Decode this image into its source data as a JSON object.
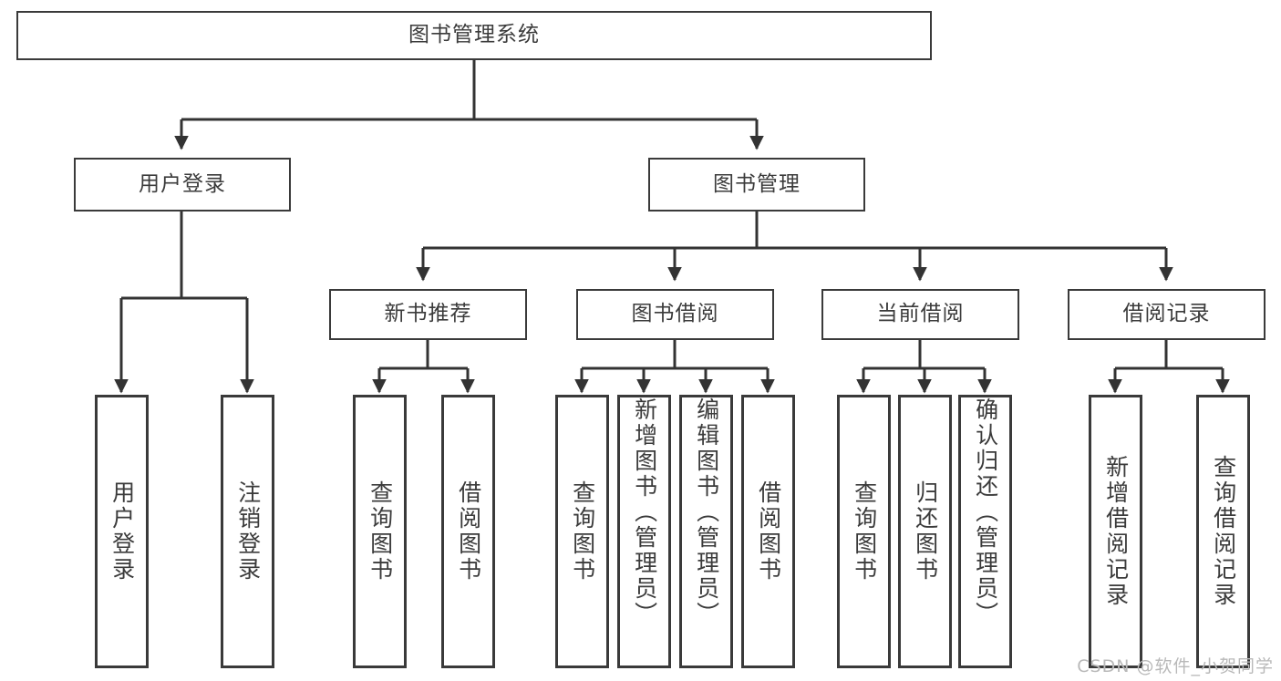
{
  "diagram": {
    "title": "图书管理系统",
    "type": "tree-hierarchy-diagram",
    "colors": {
      "box_border": "#3a3a3a",
      "box_fill": "#ffffff",
      "text": "#3b3b3b",
      "connector": "#333333",
      "watermark": "#b9b9b9",
      "background": "#ffffff"
    },
    "root": {
      "id": "root",
      "label": "图书管理系统"
    },
    "level1": [
      {
        "id": "user-login",
        "label": "用户登录"
      },
      {
        "id": "book-management",
        "label": "图书管理"
      }
    ],
    "level2": [
      {
        "id": "new-book-recommend",
        "label": "新书推荐"
      },
      {
        "id": "book-borrow",
        "label": "图书借阅"
      },
      {
        "id": "current-borrow",
        "label": "当前借阅"
      },
      {
        "id": "borrow-record",
        "label": "借阅记录"
      }
    ],
    "leaves": [
      {
        "id": "leaf-user-login",
        "label": "用户登录",
        "parent": "user-login"
      },
      {
        "id": "leaf-logout-login",
        "label": "注销登录",
        "parent": "user-login"
      },
      {
        "id": "leaf-query-book-1",
        "label": "查询图书",
        "parent": "new-book-recommend"
      },
      {
        "id": "leaf-borrow-book-1",
        "label": "借阅图书",
        "parent": "new-book-recommend"
      },
      {
        "id": "leaf-query-book-2",
        "label": "查询图书",
        "parent": "book-borrow"
      },
      {
        "id": "leaf-add-book-admin",
        "label": "新增图书（管理员）",
        "parent": "book-borrow"
      },
      {
        "id": "leaf-edit-book-admin",
        "label": "编辑图书（管理员）",
        "parent": "book-borrow"
      },
      {
        "id": "leaf-borrow-book-2",
        "label": "借阅图书",
        "parent": "book-borrow"
      },
      {
        "id": "leaf-query-book-3",
        "label": "查询图书",
        "parent": "current-borrow"
      },
      {
        "id": "leaf-return-book",
        "label": "归还图书",
        "parent": "current-borrow"
      },
      {
        "id": "leaf-confirm-return-admin",
        "label": "确认归还（管理员）",
        "parent": "current-borrow"
      },
      {
        "id": "leaf-add-borrow-record",
        "label": "新增借阅记录",
        "parent": "borrow-record"
      },
      {
        "id": "leaf-query-borrow-record",
        "label": "查询借阅记录",
        "parent": "borrow-record"
      }
    ],
    "watermark": "CSDN @软件_小贺同学"
  }
}
